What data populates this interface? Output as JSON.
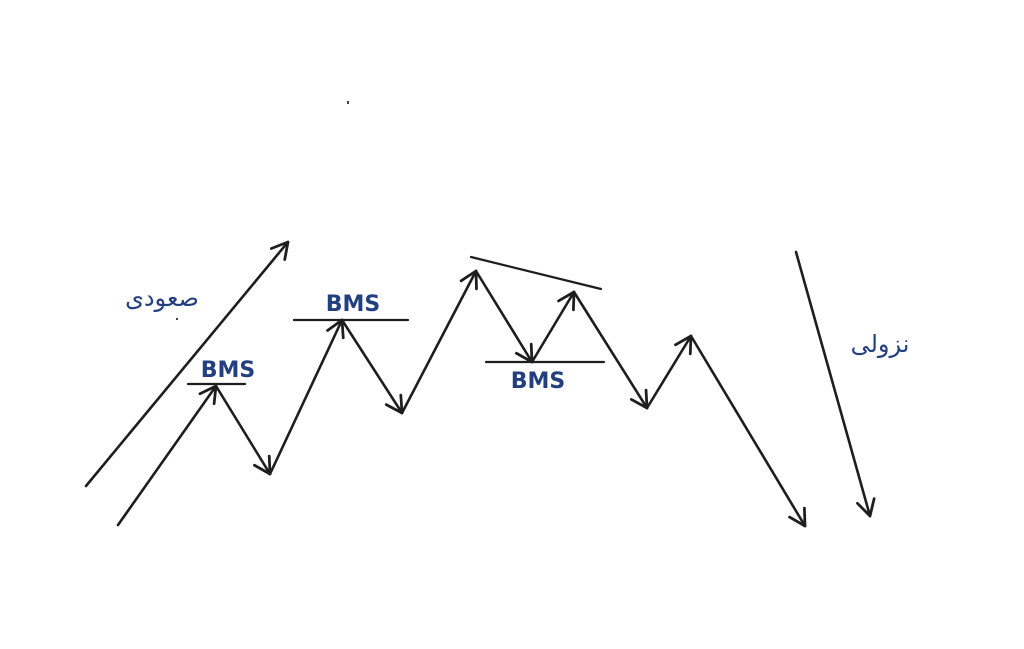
{
  "labels": {
    "uptrend": "صعودی",
    "downtrend": "نزولی",
    "bms_1": "BMS",
    "bms_2": "BMS",
    "bms_3": "BMS"
  },
  "colors": {
    "text": "#233f7f",
    "lines": "#1e1e1e",
    "background": "#ffffff"
  }
}
